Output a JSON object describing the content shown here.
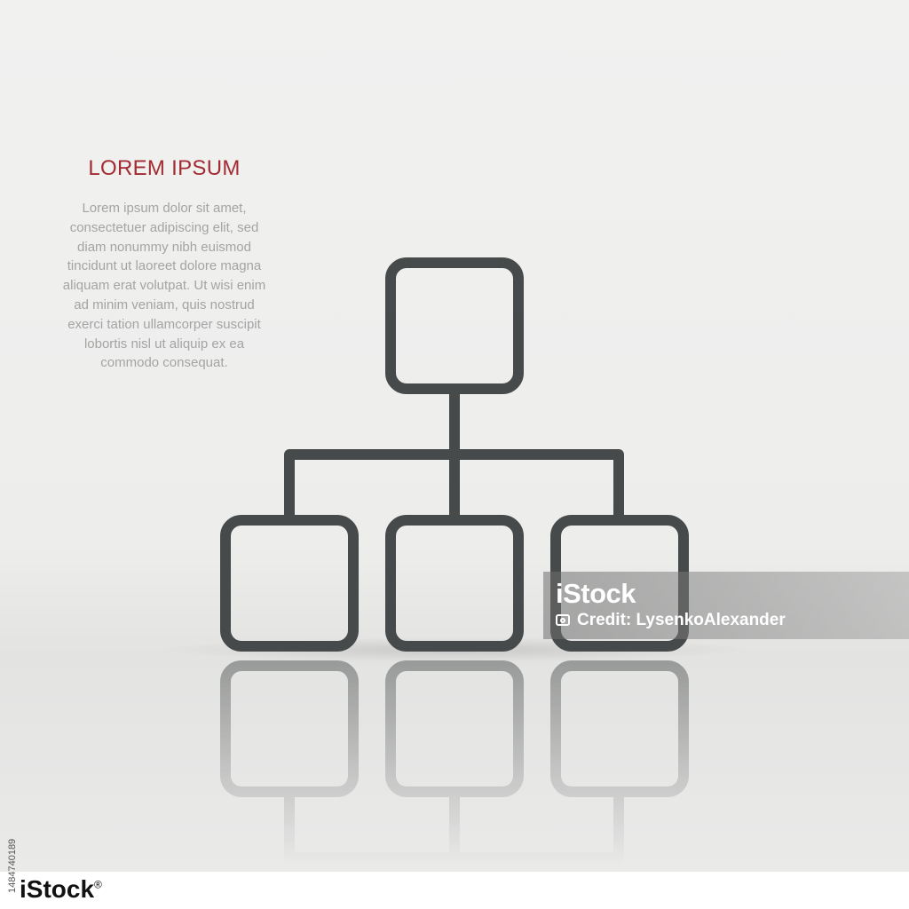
{
  "text_block": {
    "title": "LOREM IPSUM",
    "body_lines": [
      "Lorem ipsum dolor sit amet,",
      "consectetuer adipiscing elit, sed",
      "diam nonummy nibh euismod",
      "tincidunt ut laoreet dolore magna",
      "aliquam erat volutpat. Ut wisi enim",
      "ad minim veniam, quis nostrud",
      "exerci tation ullamcorper suscipit",
      "lobortis nisl ut aliquip ex ea",
      "commodo consequat."
    ]
  },
  "watermark": {
    "brand": "iStock",
    "credit": "Credit: LysenkoAlexander"
  },
  "footer": {
    "brand": "iStock",
    "image_id": "1484740189"
  },
  "colors": {
    "title": "#a32b33",
    "body_text": "#a4a4a4",
    "icon_stroke": "#464a4a",
    "background": "#efefee"
  },
  "icon": "hierarchy-org-chart-icon"
}
